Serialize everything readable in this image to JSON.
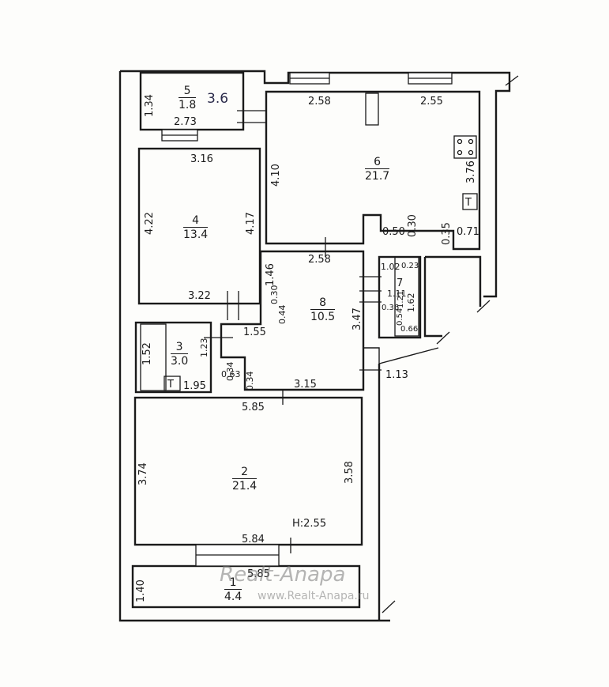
{
  "rooms": {
    "r1": {
      "number": "1",
      "area": "4.4",
      "width": "5.85",
      "height": "1.40"
    },
    "r2": {
      "number": "2",
      "area": "21.4",
      "top": "5.85",
      "bottom": "5.84",
      "left": "3.74",
      "right": "3.58",
      "ceiling": "H:2.55"
    },
    "r3": {
      "number": "3",
      "area": "3.0",
      "left": "1.52",
      "bottom": "1.95",
      "right": "1.23"
    },
    "r4": {
      "number": "4",
      "area": "13.4",
      "top": "3.16",
      "bottom": "3.22",
      "left": "4.22",
      "right": "4.17"
    },
    "r5": {
      "number": "5",
      "area": "1.8",
      "hand": "3.6",
      "left": "1.34",
      "bottom": "2.73"
    },
    "r6": {
      "number": "6",
      "area": "21.7",
      "top_left": "2.58",
      "top_right": "2.55",
      "left": "4.10",
      "right": "3.76"
    },
    "r7": {
      "number": "7",
      "d1": "1.02",
      "d2": "0.23",
      "d3": "1.11",
      "d4": "1.62",
      "d5": "0.36",
      "d6": "0.54",
      "d7": "0.66",
      "d8": "1.21"
    },
    "r8": {
      "number": "8",
      "area": "10.5",
      "top": "2.58",
      "bottom": "3.15",
      "right": "3.47",
      "left": "1.46",
      "d_030": "0.30",
      "d_044": "0.44",
      "d_155": "1.55"
    }
  },
  "dims": {
    "d_050": "0.50",
    "d_030b": "0.30",
    "d_035": "0.35",
    "d_071": "0.71",
    "d_063": "0.63",
    "d_034": "0.34",
    "d_034b": "0.34",
    "d_113": "1.13"
  },
  "watermark": {
    "line1": "Realt-Anapa",
    "line2": "www.Realt-Anapa.ru"
  },
  "symbols": {
    "t1": "T",
    "t2": "T"
  }
}
